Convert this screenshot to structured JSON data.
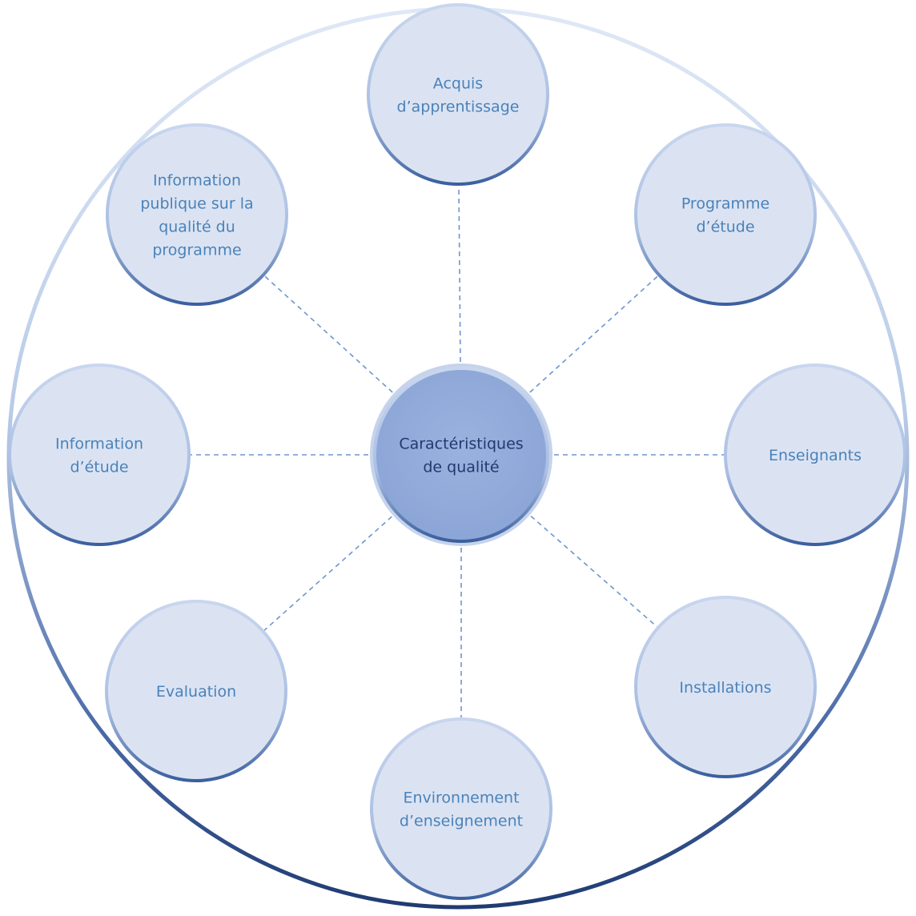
{
  "center": {
    "label_lines": [
      "Caractéristiques",
      "de qualité"
    ]
  },
  "nodes": [
    {
      "id": "acquis",
      "label_lines": [
        "Acquis",
        "d’apprentissage"
      ]
    },
    {
      "id": "programme-etude",
      "label_lines": [
        "Programme",
        "d’étude"
      ]
    },
    {
      "id": "enseignants",
      "label_lines": [
        "Enseignants"
      ]
    },
    {
      "id": "installations",
      "label_lines": [
        "Installations"
      ]
    },
    {
      "id": "environnement",
      "label_lines": [
        "Environnement",
        "d’enseignement"
      ]
    },
    {
      "id": "evaluation",
      "label_lines": [
        "Evaluation"
      ]
    },
    {
      "id": "information-etude",
      "label_lines": [
        "Information",
        "d’étude"
      ]
    },
    {
      "id": "information-publique",
      "label_lines": [
        "Information",
        "publique sur la",
        "qualité du",
        "programme"
      ]
    }
  ],
  "colors": {
    "node_fill": "#dbe3f3",
    "node_rim_light": "#c9d6ee",
    "node_rim_dark": "#3b5f9e",
    "center_fill": "#92abdb",
    "outer_ring_light": "#dfe8f6",
    "outer_ring_dark": "#1f3b72",
    "connector": "#6f95cf"
  }
}
